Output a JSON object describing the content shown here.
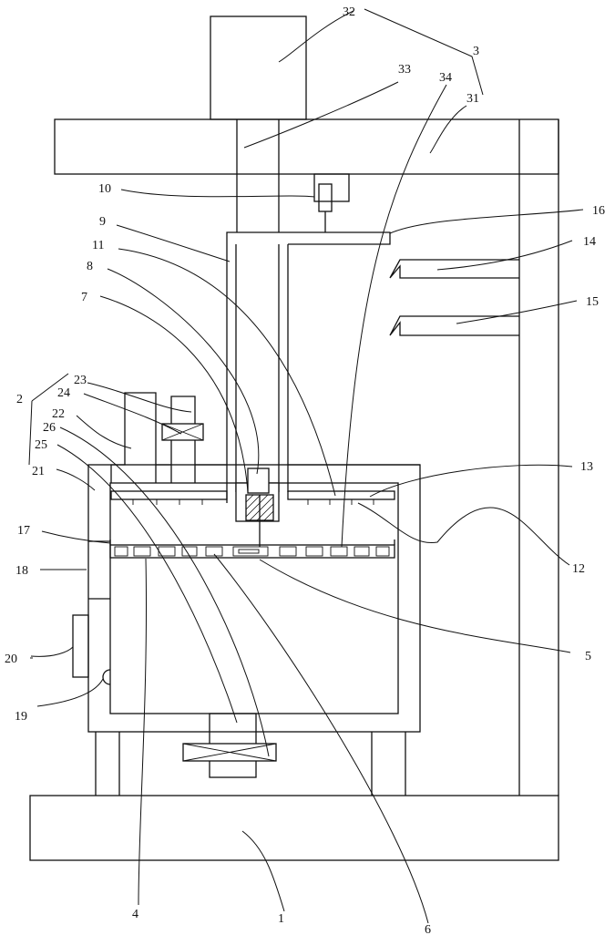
{
  "labels": {
    "l1": "1",
    "l2": "2",
    "l3": "3",
    "l4": "4",
    "l5": "5",
    "l6": "6",
    "l7": "7",
    "l8": "8",
    "l9": "9",
    "l10": "10",
    "l11": "11",
    "l12": "12",
    "l13": "13",
    "l14": "14",
    "l15": "15",
    "l16": "16",
    "l17": "17",
    "l18": "18",
    "l19": "19",
    "l20": "20",
    "l21": "21",
    "l22": "22",
    "l23": "23",
    "l24": "24",
    "l25": "25",
    "l26": "26",
    "l31": "31",
    "l32": "32",
    "l33": "33",
    "l34": "34"
  }
}
